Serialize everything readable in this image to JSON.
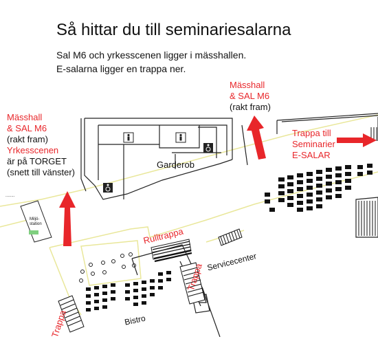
{
  "title": "Så hittar du till seminariesalarna",
  "subtitle": [
    "Sal M6 och yrkesscenen ligger i mässhallen.",
    "E-salarna ligger en trappa ner."
  ],
  "left_direction": {
    "lines": [
      "Mässhall",
      "& SAL M6",
      "(rakt fram)",
      "Yrkesscenen",
      "är på TORGET",
      "(snett till vänster)"
    ]
  },
  "top_direction": {
    "lines": [
      "Mässhall",
      "& SAL M6",
      "(rakt fram)"
    ]
  },
  "right_direction": {
    "lines": [
      "Trappa till",
      "Seminarier",
      "E-SALAR"
    ]
  },
  "map_labels": {
    "garderob": "Garderob",
    "rulltrappa": "Rulltrappa",
    "trappa_center": "Trappa",
    "trappa_left": "Trappa",
    "servicecenter": "Servicecenter",
    "bistro": "Bistro",
    "miljostation": [
      "Miljö-",
      "station"
    ]
  },
  "colors": {
    "accent_red": "#e8262a",
    "text": "#111111",
    "walkway": "#f2f1a6",
    "wall": "#222222"
  },
  "icons": [
    "wc-icon",
    "wc-icon",
    "accessible-icon",
    "accessible-icon",
    "arrow-up-icon",
    "arrow-up-icon",
    "arrow-right-icon"
  ]
}
